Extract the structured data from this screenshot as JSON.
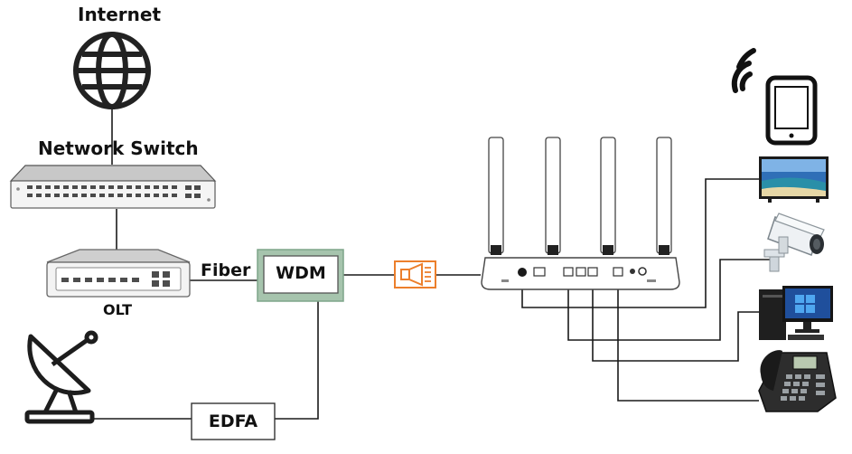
{
  "labels": {
    "internet": "Internet",
    "network_switch": "Network Switch",
    "olt": "OLT",
    "fiber": "Fiber",
    "wdm": "WDM",
    "edfa": "EDFA"
  },
  "icons": {
    "internet": "globe-icon",
    "switch": "network-switch-icon",
    "olt": "olt-device-icon",
    "satellite": "satellite-dish-icon",
    "splitter": "optical-splitter-icon",
    "router": "router-icon",
    "tablet": "tablet-icon",
    "wifi": "wifi-icon",
    "tv": "tv-icon",
    "camera": "security-camera-icon",
    "computer": "desktop-computer-icon",
    "phone": "desk-phone-icon"
  },
  "colors": {
    "line": "#1a1a1a",
    "wdm_border": "#9fbfa8",
    "splitter": "#ec7f2c",
    "tv_sky": "#2f6fb7",
    "computer_screen": "#1f4f9c"
  }
}
